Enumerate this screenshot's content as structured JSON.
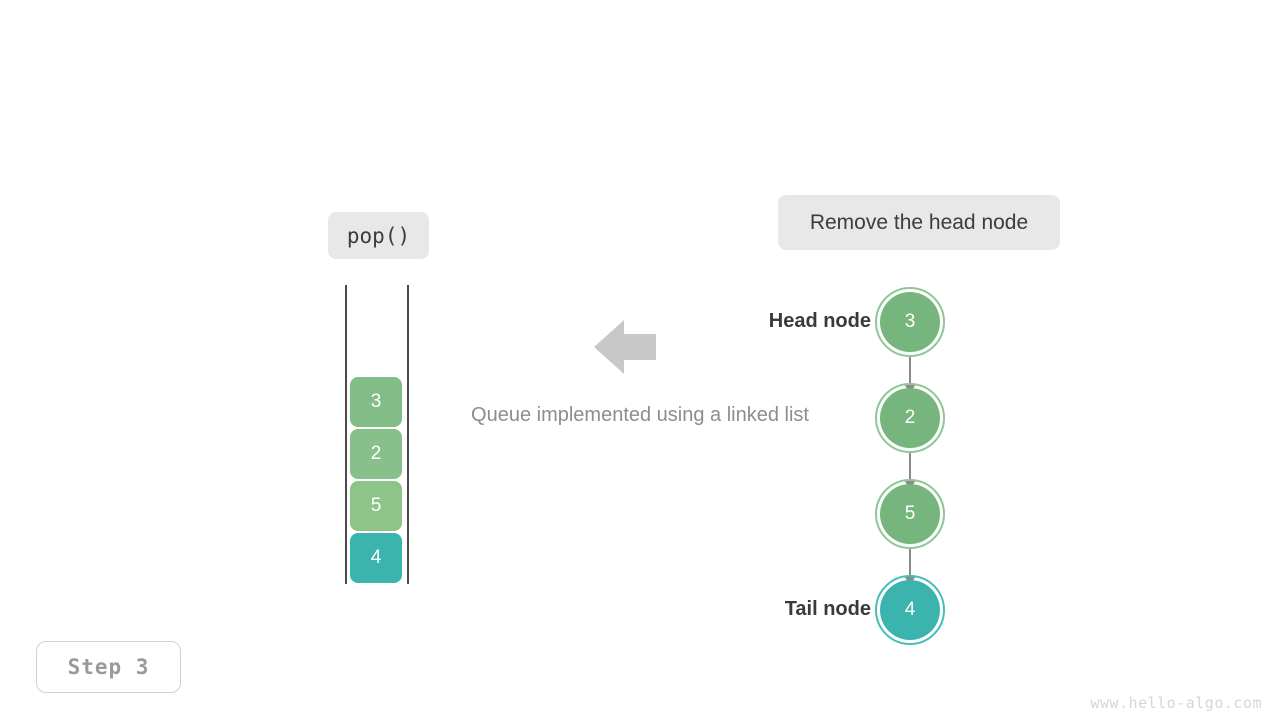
{
  "diagram": {
    "caption": "Queue implemented using a linked list",
    "operation_label": "pop()",
    "action_label": "Remove the head node",
    "step_label": "Step 3",
    "watermark": "www.hello-algo.com",
    "colors": {
      "node_green": "#76b57e",
      "node_green_ring": "#8cc894",
      "node_teal": "#3cb4ae",
      "node_teal_ring": "#45bdb7",
      "cell_green_top": "#82bd87",
      "cell_green_bottom": "#8cc48a",
      "pill_background": "#e8e8e8",
      "arrow_gray": "#8a8a8a",
      "block_arrow_gray": "#c8c8c8",
      "caption_gray": "#8d8d8d",
      "rail_gray": "#4a4a4a"
    }
  },
  "stack": {
    "cells": [
      {
        "value": "3",
        "color": "#82bd87"
      },
      {
        "value": "2",
        "color": "#87c08b"
      },
      {
        "value": "5",
        "color": "#8cc48a"
      },
      {
        "value": "4",
        "color": "#3cb4ae"
      }
    ]
  },
  "linked_list": {
    "head_tag": "Head node",
    "tail_tag": "Tail node",
    "nodes": [
      {
        "value": "3",
        "kind": "green"
      },
      {
        "value": "2",
        "kind": "green"
      },
      {
        "value": "5",
        "kind": "green"
      },
      {
        "value": "4",
        "kind": "teal"
      }
    ]
  },
  "chart_data": {
    "type": "diagram",
    "title": "Queue implemented using a linked list",
    "step": "Step 3",
    "operation": "pop()",
    "action": "Remove the head node",
    "array_view_values": [
      "3",
      "2",
      "5",
      "4"
    ],
    "linked_list_values": [
      "3",
      "2",
      "5",
      "4"
    ],
    "head_value": "3",
    "tail_value": "4",
    "highlighted_value": "4"
  }
}
